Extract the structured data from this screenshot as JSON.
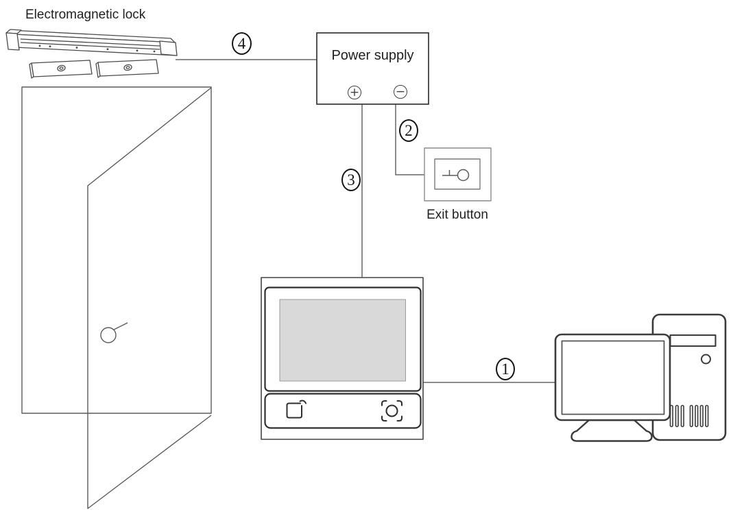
{
  "diagram_labels": {
    "electromagnetic_lock": "Electromagnetic lock",
    "power_supply": "Power supply",
    "exit_button": "Exit button"
  },
  "power_supply_terminals": {
    "positive": "+",
    "negative": "−"
  },
  "wire_labels": {
    "wire_1": "1",
    "wire_2": "2",
    "wire_3": "3",
    "wire_4": "4"
  },
  "icons": {
    "positive_terminal": "circled-plus",
    "negative_terminal": "circled-minus",
    "swipe_card_icon": "rounded-square-with-flick",
    "face_scan_icon": "circle-in-corner-brackets",
    "exit_button_symbol": "push-switch-with-circle"
  },
  "colors": {
    "line_art": "#4a4a4a",
    "device_outline": "#2f2f2f",
    "computer_outline": "#3a3a3a",
    "wire": "#666666",
    "screen_fill": "#d9d9d9",
    "background": "#ffffff"
  }
}
